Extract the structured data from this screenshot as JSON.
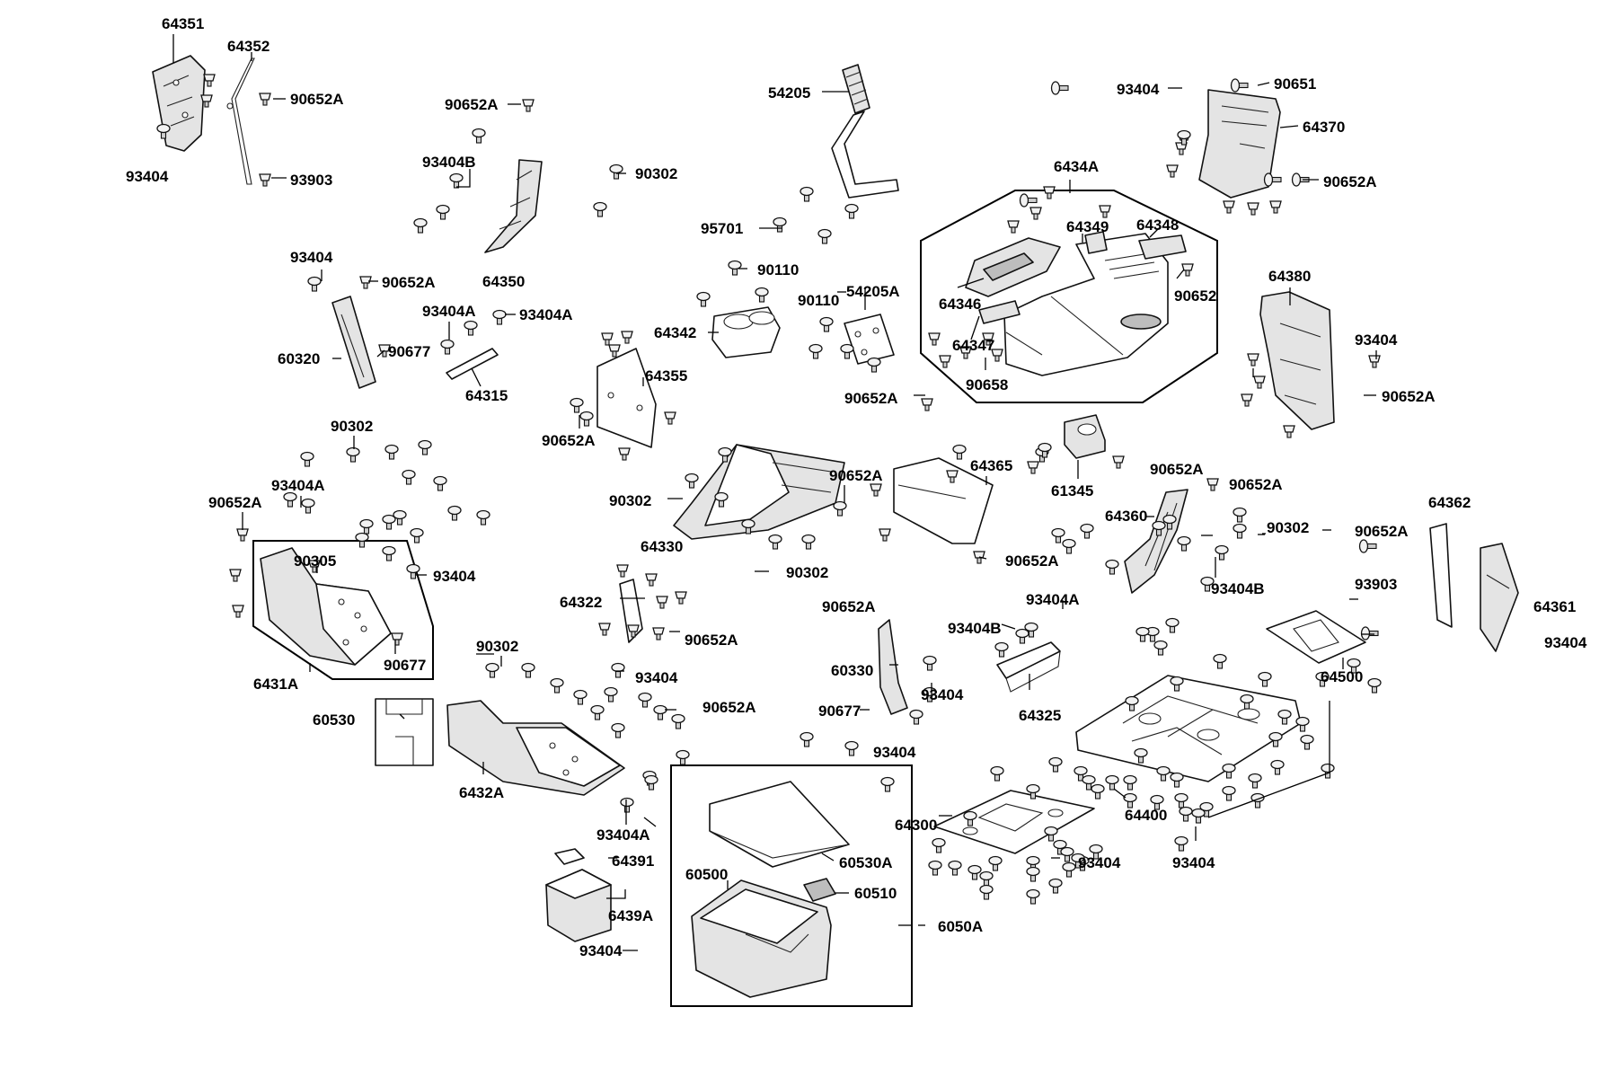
{
  "labels": {
    "l64351": "64351",
    "l64352": "64352",
    "l90652A_a": "90652A",
    "l93404_a": "93404",
    "l93903_a": "93903",
    "l90652A_b": "90652A",
    "l93404B_a": "93404B",
    "l90302_a": "90302",
    "l64350": "64350",
    "l54205": "54205",
    "l95701": "95701",
    "l90110_a": "90110",
    "l90110_b": "90110",
    "l54205A": "54205A",
    "l64342": "64342",
    "l93404_b": "93404",
    "l90652A_c": "90652A",
    "l93404A_a": "93404A",
    "l93404A_b": "93404A",
    "l60320": "60320",
    "l90677_a": "90677",
    "l64315": "64315",
    "l64355": "64355",
    "l90652A_d": "90652A",
    "l90652A_e": "90652A",
    "l6434A": "6434A",
    "l64349": "64349",
    "l64348": "64348",
    "l64346": "64346",
    "l90652": "90652",
    "l64347": "64347",
    "l90658": "90658",
    "l93404_c": "93404",
    "l90651": "90651",
    "l64370": "64370",
    "l90652A_f": "90652A",
    "l64380": "64380",
    "l93404_d": "93404",
    "l90652A_g": "90652A",
    "l90302_b": "90302",
    "l93404A_c": "93404A",
    "l90652A_h": "90652A",
    "l90305": "90305",
    "l93404_e": "93404",
    "l90677_b": "90677",
    "l6431A": "6431A",
    "l90302_c": "90302",
    "l64330": "64330",
    "l90652A_i": "90652A",
    "l90302_d": "90302",
    "l64365": "64365",
    "l90652A_j": "90652A",
    "l61345": "61345",
    "l90652A_k": "90652A",
    "l90652A_l": "90652A",
    "l64360": "64360",
    "l90302_e": "90302",
    "l93404B_b": "93404B",
    "l64362": "64362",
    "l90652A_m": "90652A",
    "l93903_b": "93903",
    "l64361": "64361",
    "l93404_f": "93404",
    "l64322": "64322",
    "l90652A_n": "90652A",
    "l90652A_o": "90652A",
    "l93404A_d": "93404A",
    "l93404B_c": "93404B",
    "l60330": "60330",
    "l93404_g": "93404",
    "l64325": "64325",
    "l64500": "64500",
    "l90302_f": "90302",
    "l93404_h": "93404",
    "l90652A_p": "90652A",
    "l60530": "60530",
    "l6432A": "6432A",
    "l90677_c": "90677",
    "l93404_i": "93404",
    "l64400": "64400",
    "l64300": "64300",
    "l93404_j": "93404",
    "l93404_k": "93404",
    "l93404A_e": "93404A",
    "l64391": "64391",
    "l6439A": "6439A",
    "l60530A": "60530A",
    "l60500": "60500",
    "l60510": "60510",
    "l6050A": "6050A",
    "l93404_l": "93404"
  }
}
